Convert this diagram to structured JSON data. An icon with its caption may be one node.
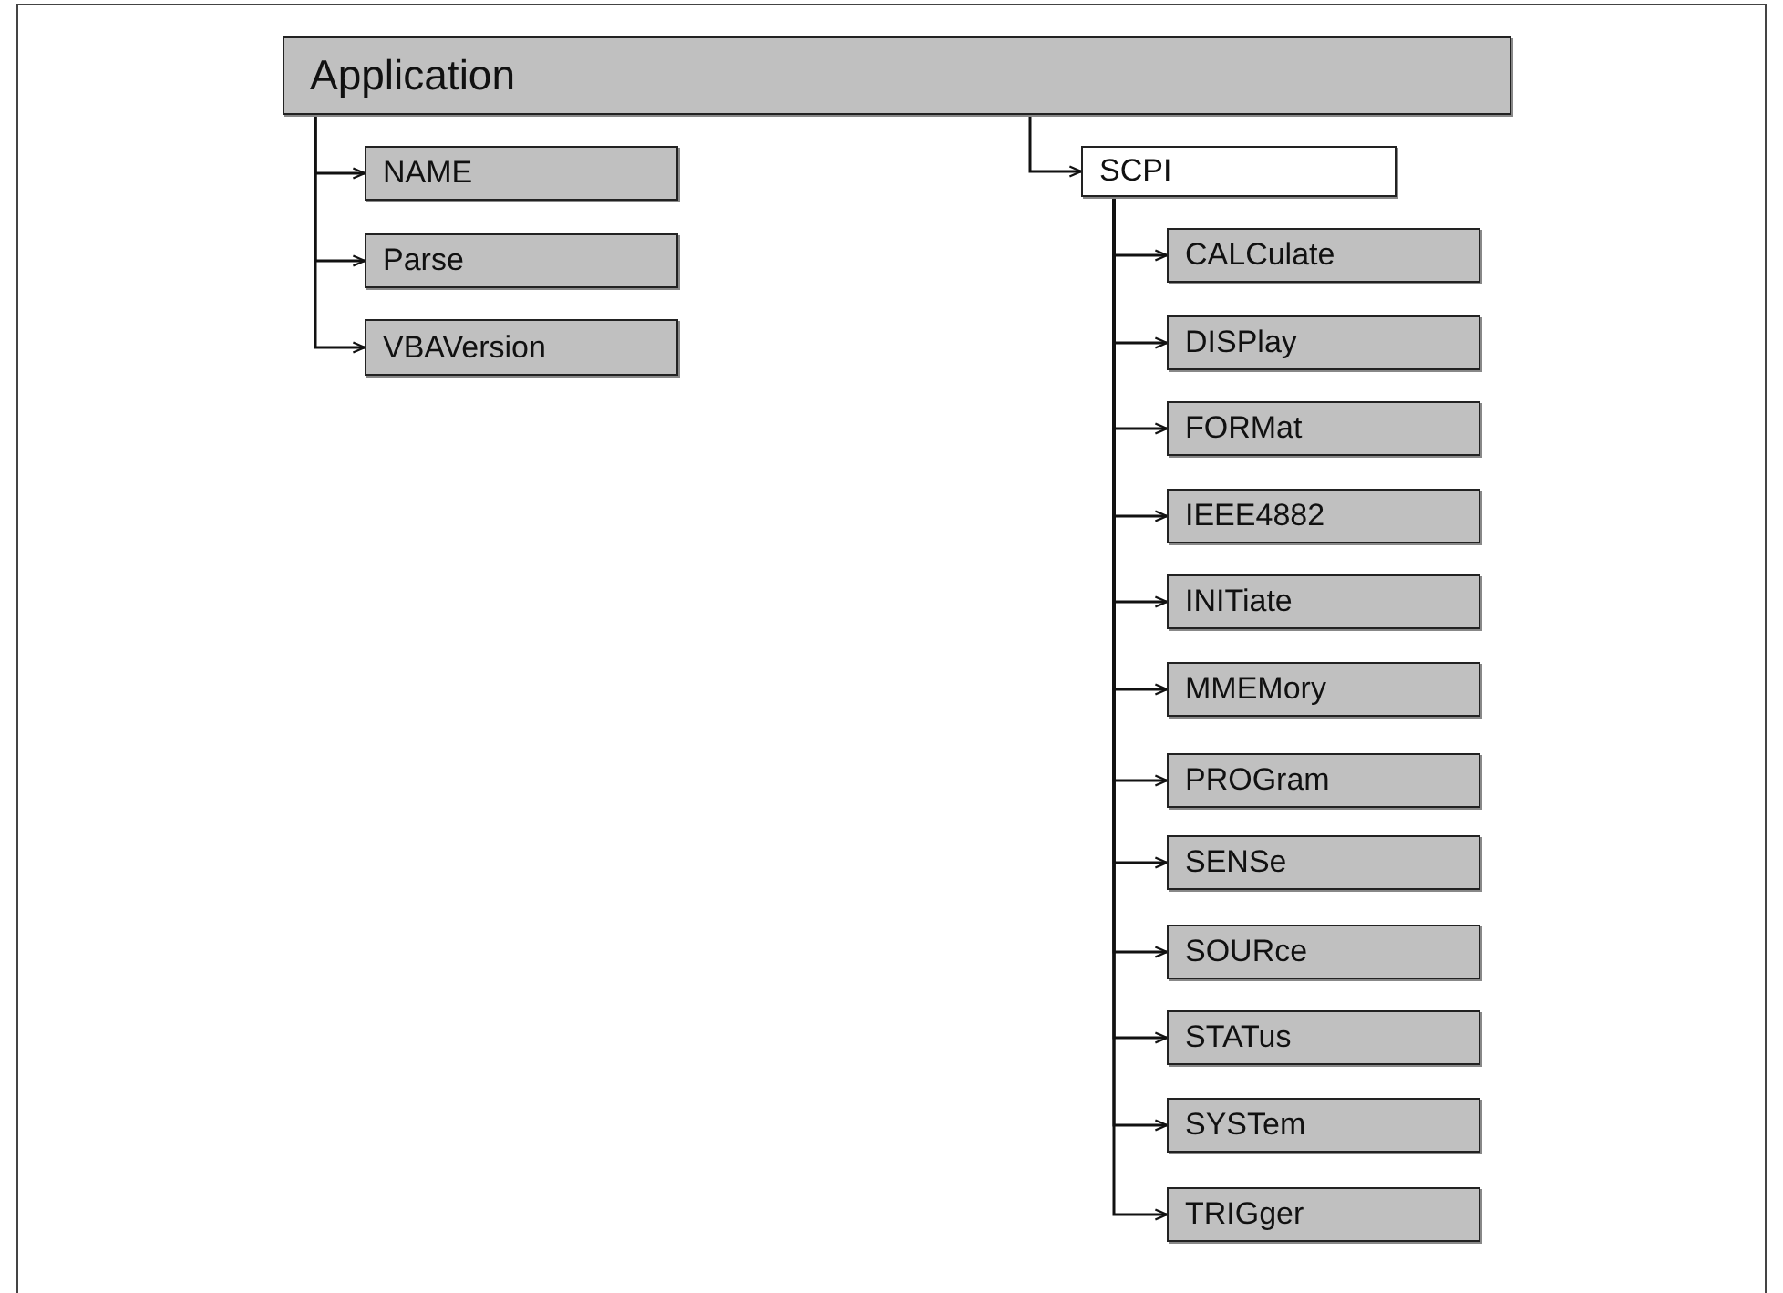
{
  "diagram": {
    "nodes": [
      {
        "text": [
          "Application"
        ]
      },
      {
        "text": [
          "NAME"
        ]
      },
      {
        "text": [
          "Parse"
        ]
      },
      {
        "text": [
          "VBAVersion"
        ]
      },
      {
        "text": [
          "SCPI"
        ]
      },
      {
        "text": [
          "CALCulate"
        ]
      },
      {
        "text": [
          "DISPlay"
        ]
      },
      {
        "text": [
          "FORMat"
        ]
      },
      {
        "text": [
          "IEEE4882"
        ]
      },
      {
        "text": [
          "INITiate"
        ]
      },
      {
        "text": [
          "MMEMory"
        ]
      },
      {
        "text": [
          "PROGram"
        ]
      },
      {
        "text": [
          "SENSe"
        ]
      },
      {
        "text": [
          "SOURce"
        ]
      },
      {
        "text": [
          "STATus"
        ]
      },
      {
        "text": [
          "SYSTem"
        ]
      },
      {
        "text": [
          "TRIGger"
        ]
      }
    ],
    "edges": [
      {
        "from": 0,
        "to": 1,
        "arrow": "to"
      },
      {
        "from": 0,
        "to": 2,
        "arrow": "to"
      },
      {
        "from": 0,
        "to": 3,
        "arrow": "to"
      },
      {
        "from": 0,
        "to": 4,
        "arrow": "to"
      },
      {
        "from": 4,
        "to": 5,
        "arrow": "to"
      },
      {
        "from": 4,
        "to": 6,
        "arrow": "to"
      },
      {
        "from": 4,
        "to": 7,
        "arrow": "to"
      },
      {
        "from": 4,
        "to": 8,
        "arrow": "to"
      },
      {
        "from": 4,
        "to": 9,
        "arrow": "to"
      },
      {
        "from": 4,
        "to": 10,
        "arrow": "to"
      },
      {
        "from": 4,
        "to": 11,
        "arrow": "to"
      },
      {
        "from": 4,
        "to": 12,
        "arrow": "to"
      },
      {
        "from": 4,
        "to": 13,
        "arrow": "to"
      },
      {
        "from": 4,
        "to": 14,
        "arrow": "to"
      },
      {
        "from": 4,
        "to": 15,
        "arrow": "to"
      },
      {
        "from": 4,
        "to": 16,
        "arrow": "to"
      }
    ]
  }
}
